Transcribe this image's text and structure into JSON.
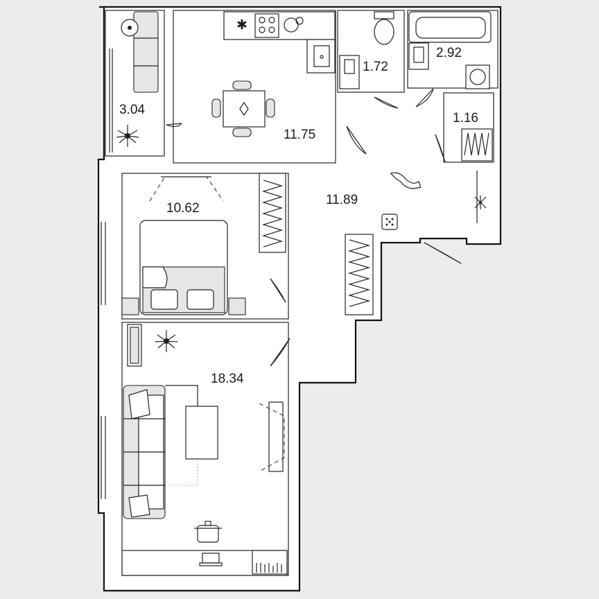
{
  "rooms": {
    "loggia": "3.04",
    "kitchen": "11.75",
    "wc": "1.72",
    "bathroom": "2.92",
    "storage": "1.16",
    "bedroom": "10.62",
    "hall": "11.89",
    "living": "18.34"
  }
}
